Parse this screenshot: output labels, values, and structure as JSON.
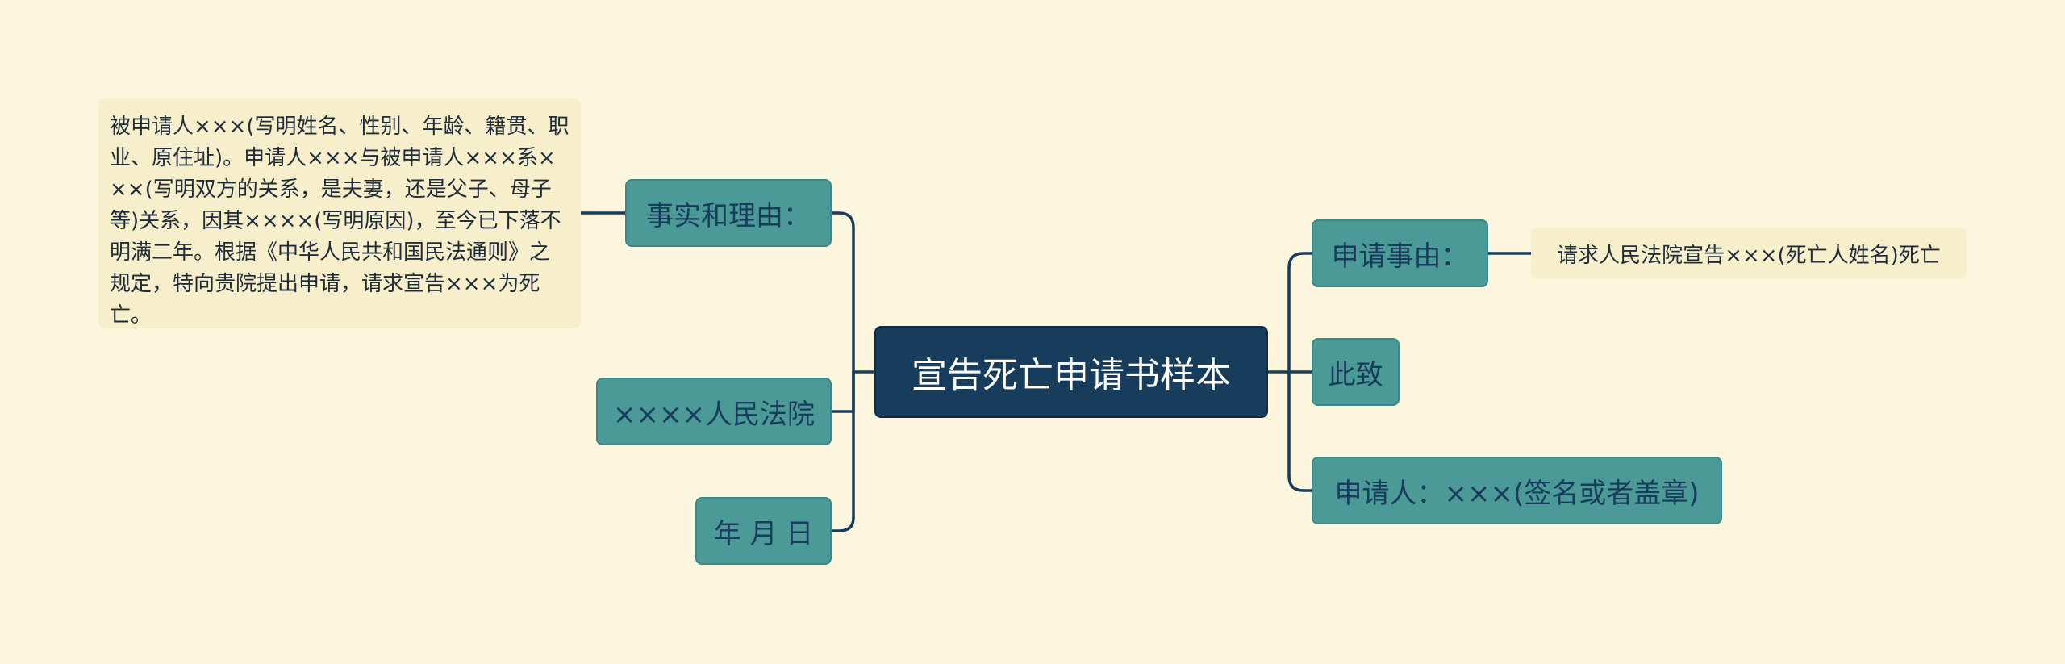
{
  "root": {
    "label": "宣告死亡申请书样本"
  },
  "left": [
    {
      "label": "事实和理由：",
      "detail": "被申请人×××(写明姓名、性别、年龄、籍贯、职业、原住址)。申请人×××与被申请人×××系×××(写明双方的关系，是夫妻，还是父子、母子等)关系，因其××××(写明原因)，至今已下落不明满二年。根据《中华人民共和国民法通则》之规定，特向贵院提出申请，请求宣告×××为死亡。"
    },
    {
      "label": "××××人民法院"
    },
    {
      "label": "年 月 日"
    }
  ],
  "right": [
    {
      "label": "申请事由：",
      "detail": "请求人民法院宣告×××(死亡人姓名)死亡"
    },
    {
      "label": "此致"
    },
    {
      "label": "申请人：×××(签名或者盖章)"
    }
  ],
  "colors": {
    "background": "#fcf6df",
    "root_fill": "#173c5c",
    "branch_fill": "#4b9a97",
    "leaf_fill": "#f7efcc",
    "connector": "#173c5c"
  }
}
